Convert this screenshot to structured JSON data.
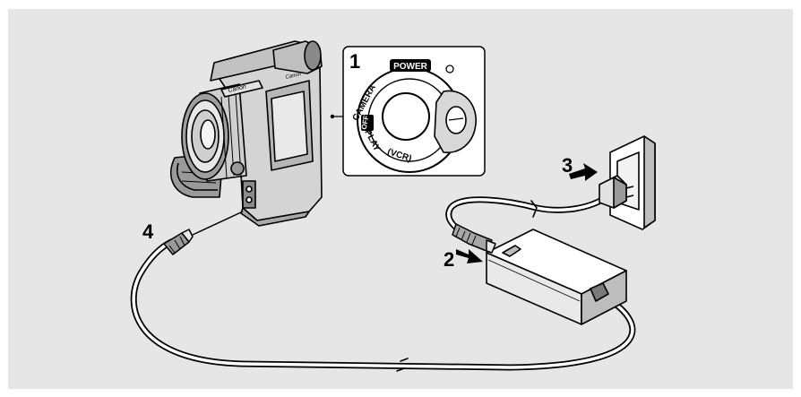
{
  "colors": {
    "panel_bg": "#e6e6e6",
    "ink": "#000000",
    "paper": "#ffffff",
    "shade": "#b9b9b9",
    "dark_shade": "#7a7a7a"
  },
  "steps": [
    "1",
    "2",
    "3",
    "4"
  ],
  "camera": {
    "brand": "Canon",
    "brand_small": "Canon"
  },
  "dial": {
    "power_label": "POWER",
    "camera_label": "CAMERA",
    "off_label": "OFF",
    "play_label": "PLAY",
    "vcr_label": "(VCR)"
  },
  "icons": [
    "camcorder-icon",
    "power-dial-icon",
    "wall-outlet-icon",
    "ac-adapter-icon",
    "power-plug-icon",
    "dc-plug-icon",
    "cable-icon",
    "arrow-icon"
  ]
}
